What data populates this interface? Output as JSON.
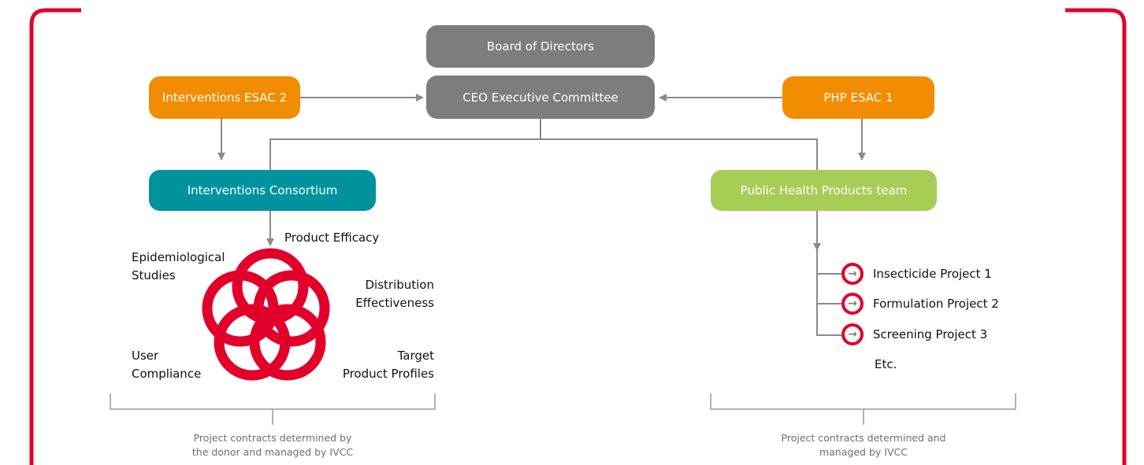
{
  "nodes": {
    "board": "Board of Directors",
    "ceo": "CEO Executive Committee",
    "interventions_esac": "Interventions ESAC 2",
    "php_esac": "PHP ESAC 1",
    "interventions_consortium": "Interventions Consortium",
    "php_team": "Public Health Products team"
  },
  "consortium_areas": {
    "product_efficacy": "Product Efficacy",
    "epidemiological_1": "Epidemiological",
    "epidemiological_2": "Studies",
    "distribution_1": "Distribution",
    "distribution_2": "Effectiveness",
    "user_1": "User",
    "user_2": "Compliance",
    "target_1": "Target",
    "target_2": "Product Profiles"
  },
  "projects": [
    "Insecticide Project 1",
    "Formulation Project 2",
    "Screening Project 3"
  ],
  "projects_more": "Etc.",
  "notes": {
    "left_1": "Project contracts determined by",
    "left_2": "the donor and managed by IVCC",
    "right_1": "Project contracts determined and",
    "right_2": "managed by IVCC"
  },
  "colors": {
    "frame_red": "#e2002a",
    "gray": "#7d7d7e",
    "orange": "#f28c00",
    "teal": "#00939e",
    "lime": "#a8cd57",
    "connector": "#8a8a8a"
  },
  "icons": {
    "project_bullet": "arrow-circle-icon"
  }
}
